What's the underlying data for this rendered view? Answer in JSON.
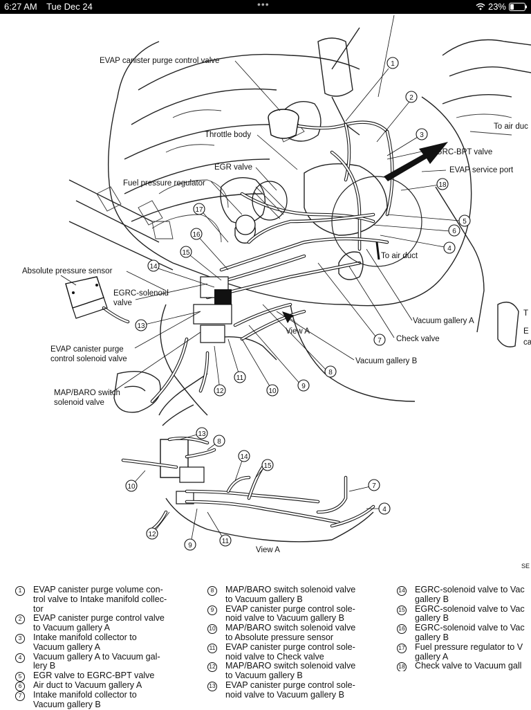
{
  "status_bar": {
    "time": "6:27 AM",
    "date": "Tue Dec 24",
    "battery": "23%",
    "battery_level": 0.23
  },
  "diagram": {
    "labels": {
      "evap_purge_control_valve": "EVAP canister purge control valve",
      "throttle_body": "Throttle body",
      "egrc_bpt_valve": "EGRC-BPT valve",
      "egr_valve": "EGR valve",
      "evap_service_port": "EVAP service port",
      "fuel_pressure_regulator": "Fuel pressure regulator",
      "to_air_duct": "To air duct",
      "to_air_duct_top": "To air duc",
      "absolute_pressure_sensor": "Absolute pressure sensor",
      "egrc_solenoid_valve_1": "EGRC-solenoid",
      "egrc_solenoid_valve_2": "valve",
      "vacuum_gallery_a": "Vacuum gallery A",
      "check_valve": "Check valve",
      "view_a_arrow": "View A",
      "evap_purge_solenoid_1": "EVAP canister purge",
      "evap_purge_solenoid_2": "control solenoid valve",
      "vacuum_gallery_b": "Vacuum gallery B",
      "map_baro_1": "MAP/BARO switch",
      "map_baro_2": "solenoid valve",
      "view_a_caption": "View A",
      "edge_t": "T",
      "edge_e": "E",
      "edge_c": "ca",
      "ref_code": "SE"
    }
  },
  "legend": {
    "col1": [
      {
        "num": "1",
        "text": "EVAP canister purge volume con-\ntrol valve to Intake manifold collec-\ntor"
      },
      {
        "num": "2",
        "text": "EVAP canister purge control valve\nto Vacuum gallery A"
      },
      {
        "num": "3",
        "text": "Intake manifold collector to\nVacuum gallery A"
      },
      {
        "num": "4",
        "text": "Vacuum gallery A to Vacuum gal-\nlery B"
      },
      {
        "num": "5",
        "text": "EGR valve to EGRC-BPT valve"
      },
      {
        "num": "6",
        "text": "Air duct to Vacuum gallery A"
      },
      {
        "num": "7",
        "text": "Intake manifold collector to\nVacuum gallery B"
      }
    ],
    "col2": [
      {
        "num": "8",
        "text": "MAP/BARO switch solenoid valve\nto Vacuum gallery B"
      },
      {
        "num": "9",
        "text": "EVAP canister purge control sole-\nnoid valve to Vacuum gallery B"
      },
      {
        "num": "10",
        "text": "MAP/BARO switch solenoid valve\nto Absolute pressure sensor"
      },
      {
        "num": "11",
        "text": "EVAP canister purge control sole-\nnoid valve to Check valve"
      },
      {
        "num": "12",
        "text": "MAP/BARO switch solenoid valve\nto Vacuum gallery B"
      },
      {
        "num": "13",
        "text": "EVAP canister purge control sole-\nnoid valve to Vacuum gallery B"
      }
    ],
    "col3": [
      {
        "num": "14",
        "text": "EGRC-solenoid valve to Vac\ngallery B"
      },
      {
        "num": "15",
        "text": "EGRC-solenoid valve to Vac\ngallery B"
      },
      {
        "num": "16",
        "text": "EGRC-solenoid valve to Vac\ngallery B"
      },
      {
        "num": "17",
        "text": "Fuel pressure regulator to V\ngallery A"
      },
      {
        "num": "18",
        "text": "Check valve to Vacuum gall"
      }
    ]
  }
}
